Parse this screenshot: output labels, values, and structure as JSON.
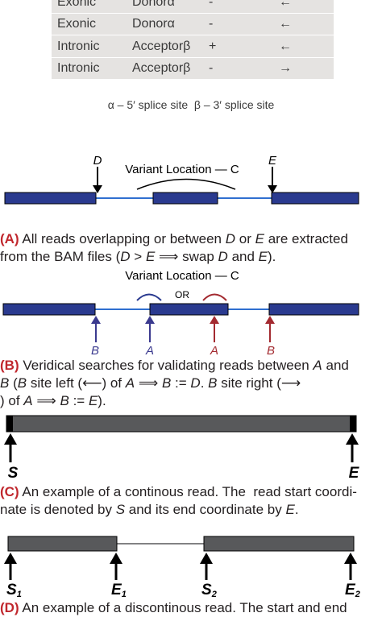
{
  "table": {
    "rows": [
      [
        "Exonic",
        "Donorα",
        "-",
        "←"
      ],
      [
        "Exonic",
        "Donorα",
        "-",
        "←"
      ],
      [
        "Intronic",
        "Acceptorβ",
        "+",
        "←"
      ],
      [
        "Intronic",
        "Acceptorβ",
        "-",
        "→"
      ]
    ]
  },
  "footnote": "α – 5′ splice site  β – 3′ splice site",
  "panel_a": {
    "label_d": "D",
    "label_e": "E",
    "variant_label": "Variant Location — C",
    "caption": {
      "tag": "(A)",
      "l1": "All reads overlapping or between",
      "d1": "D",
      "or": "or",
      "e1": "E",
      "are": "are extracted",
      "l2a": "from the BAM files (",
      "d2": "D",
      "gt": ">",
      "e2": "E",
      "implies": "⟹ swap",
      "d3": "D",
      "and": "and",
      "e3": "E",
      "end": ")."
    }
  },
  "panel_b": {
    "variant_label": "Variant Location — C",
    "or_label": "OR",
    "b_left": "B",
    "a_left": "A",
    "a_right": "A",
    "b_right": "B",
    "caption": {
      "tag": "(B)",
      "l1": "Veridical searches for validating reads between",
      "a1": "A",
      "and1": "and",
      "b1": "B",
      "l2a": "(",
      "b2": "B",
      "l2b": "site left (⟵) of",
      "a2": "A",
      "implies1": "⟹",
      "b3": "B",
      "assign1": ":=",
      "d1": "D",
      "dot": ".",
      "b4": "B",
      "l2c": "site right (⟶",
      "l3a": ") of",
      "a3": "A",
      "implies2": "⟹",
      "b5": "B",
      "assign2": ":=",
      "e1": "E",
      "end": ")."
    }
  },
  "panel_c": {
    "label_s": "S",
    "label_e": "E",
    "caption": {
      "tag": "(C)",
      "l1": "An example of a continous read. The  read start coordi-",
      "l2a": "nate is denoted by",
      "s": "S",
      "l2b": "and its end coordinate by",
      "e": "E",
      "end": "."
    }
  },
  "panel_d": {
    "s1": "S",
    "sub1": "1",
    "e1": "E",
    "sub2": "1",
    "s2": "S",
    "sub3": "2",
    "e2": "E",
    "sub4": "2",
    "caption": {
      "tag": "(D)",
      "l1": "An example of a discontinous read. The start and end"
    }
  },
  "colors": {
    "exon_blue": "#2a3a8f",
    "intron_blue": "#2f6fd0",
    "arrow_purple": "#3b3a8f",
    "arrow_red": "#a32a30",
    "read_gray": "#58595b",
    "table_bg": "#e5e3e1",
    "label_red": "#c0272d"
  }
}
